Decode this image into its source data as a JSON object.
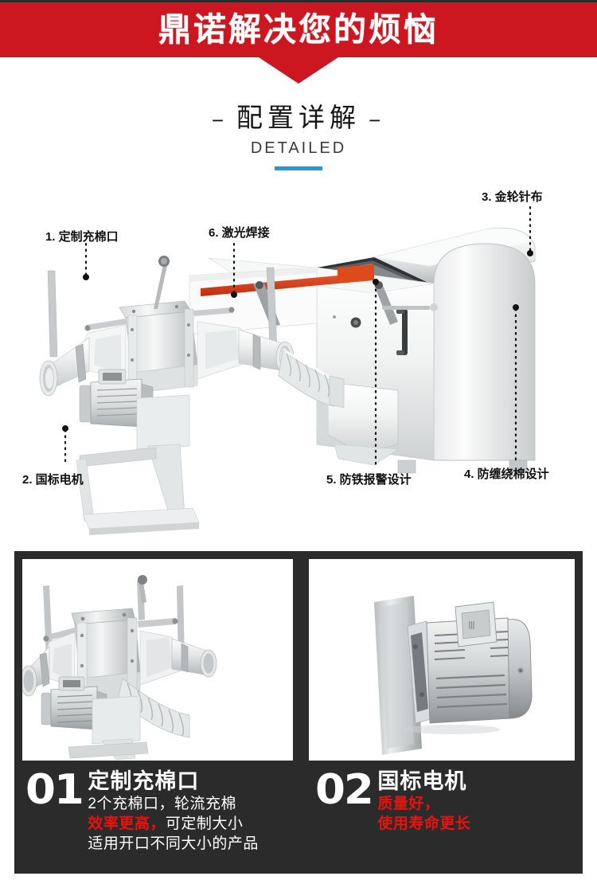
{
  "header": {
    "title": "鼎诺解决您的烦恼",
    "bg_color": "#cc1620",
    "text_color": "#ffffff"
  },
  "section": {
    "dash_left": "−",
    "title": "配置详解",
    "dash_right": "−",
    "subtitle": "DETAILED",
    "rule_color": "#1e9bd7"
  },
  "diagram": {
    "callouts": [
      {
        "id": "1",
        "label": "1. 定制充棉口"
      },
      {
        "id": "6",
        "label": "6. 激光焊接"
      },
      {
        "id": "3",
        "label": "3. 金轮针布"
      },
      {
        "id": "2",
        "label": "2. 国标电机"
      },
      {
        "id": "5",
        "label": "5. 防铁报警设计"
      },
      {
        "id": "4",
        "label": "4. 防缠绕棉设计"
      }
    ],
    "accent_color": "#d9341a"
  },
  "gallery": {
    "bg_color": "#2b2b2b",
    "photos": [
      {
        "alt": "定制充棉口实拍"
      },
      {
        "alt": "国标电机实拍"
      }
    ]
  },
  "cards": [
    {
      "number": "01",
      "title": "定制充棉口",
      "lines": [
        {
          "parts": [
            {
              "text": "2个充棉口，轮流充棉",
              "red": false
            }
          ]
        },
        {
          "parts": [
            {
              "text": "效率更高，",
              "red": true
            },
            {
              "text": "可定制大小",
              "red": false
            }
          ]
        },
        {
          "parts": [
            {
              "text": "适用开口不同大小的产品",
              "red": false
            }
          ]
        }
      ]
    },
    {
      "number": "02",
      "title": "国标电机",
      "lines": [
        {
          "parts": [
            {
              "text": "质量好，",
              "red": true
            }
          ]
        },
        {
          "parts": [
            {
              "text": "使用寿命更长",
              "red": true
            }
          ]
        }
      ]
    }
  ],
  "colors": {
    "banner_red": "#cc1620",
    "highlight_red": "#e8130c",
    "panel_dark": "#2b2b2b",
    "rule_blue": "#1e9bd7"
  }
}
